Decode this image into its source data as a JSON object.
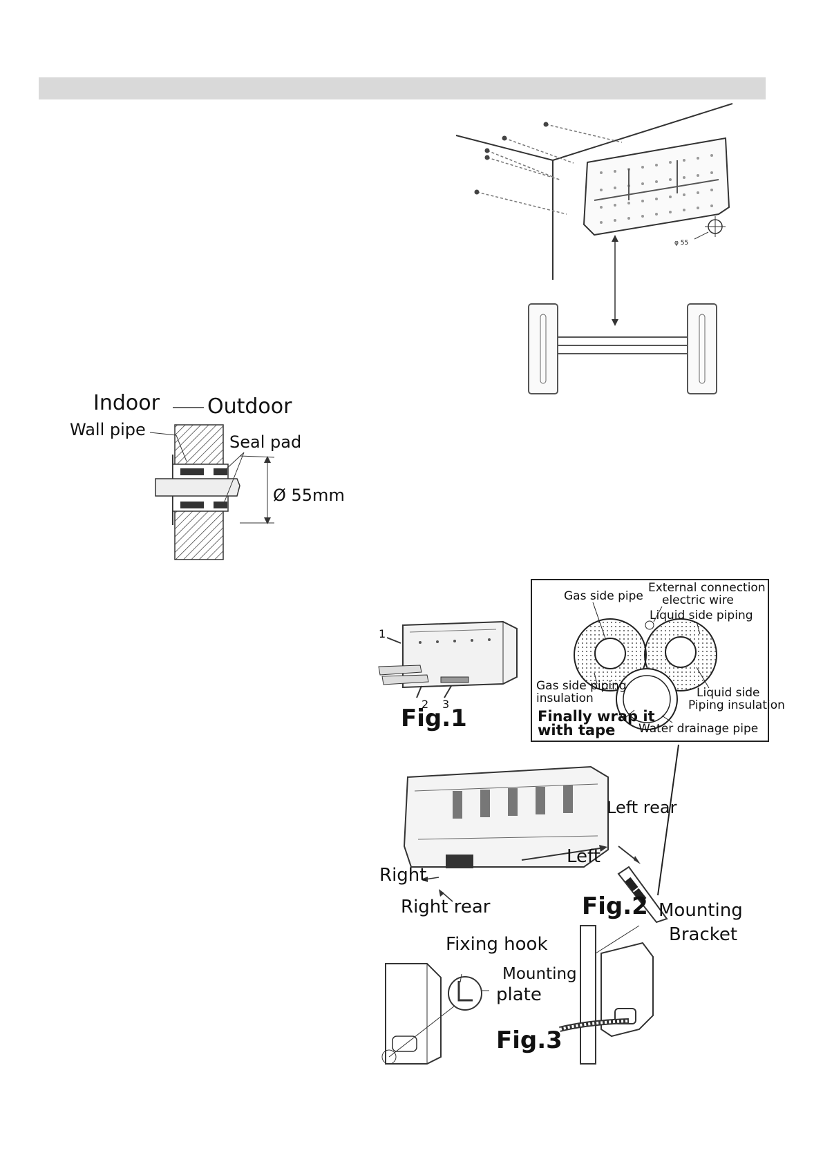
{
  "wall_pipe_diagram": {
    "indoor": "Indoor",
    "outdoor": "Outdoor",
    "wall_pipe": "Wall pipe",
    "seal_pad": "Seal pad",
    "diameter": "Ø 55mm"
  },
  "mounting_plate_diagram": {
    "hole_label": "φ 55"
  },
  "fig1": {
    "caption": "Fig.1",
    "markers": [
      "1",
      "2",
      "3"
    ]
  },
  "pipe_bundle_diagram": {
    "gas_side_pipe": "Gas side pipe",
    "external_connection_line1": "External connection",
    "external_connection_line2": "electric wire",
    "liquid_side_piping": "Liquid side piping",
    "gas_insulation_line1": "Gas side piping",
    "gas_insulation_line2": "insulation",
    "liquid_insulation_line1": "Liquid side",
    "liquid_insulation_line2": "Piping insulation",
    "wrap_line1": "Finally wrap it",
    "wrap_line2": "with tape",
    "drainage": "Water drainage pipe"
  },
  "fig2": {
    "caption": "Fig.2",
    "left_rear": "Left rear",
    "left": "Left",
    "right": "Right",
    "right_rear": "Right rear"
  },
  "fig3": {
    "caption": "Fig.3",
    "fixing_hook": "Fixing hook",
    "mounting_plate_line1": "Mounting",
    "mounting_plate_line2": "plate",
    "mounting_bracket_line1": "Mounting",
    "mounting_bracket_line2": "Bracket"
  }
}
